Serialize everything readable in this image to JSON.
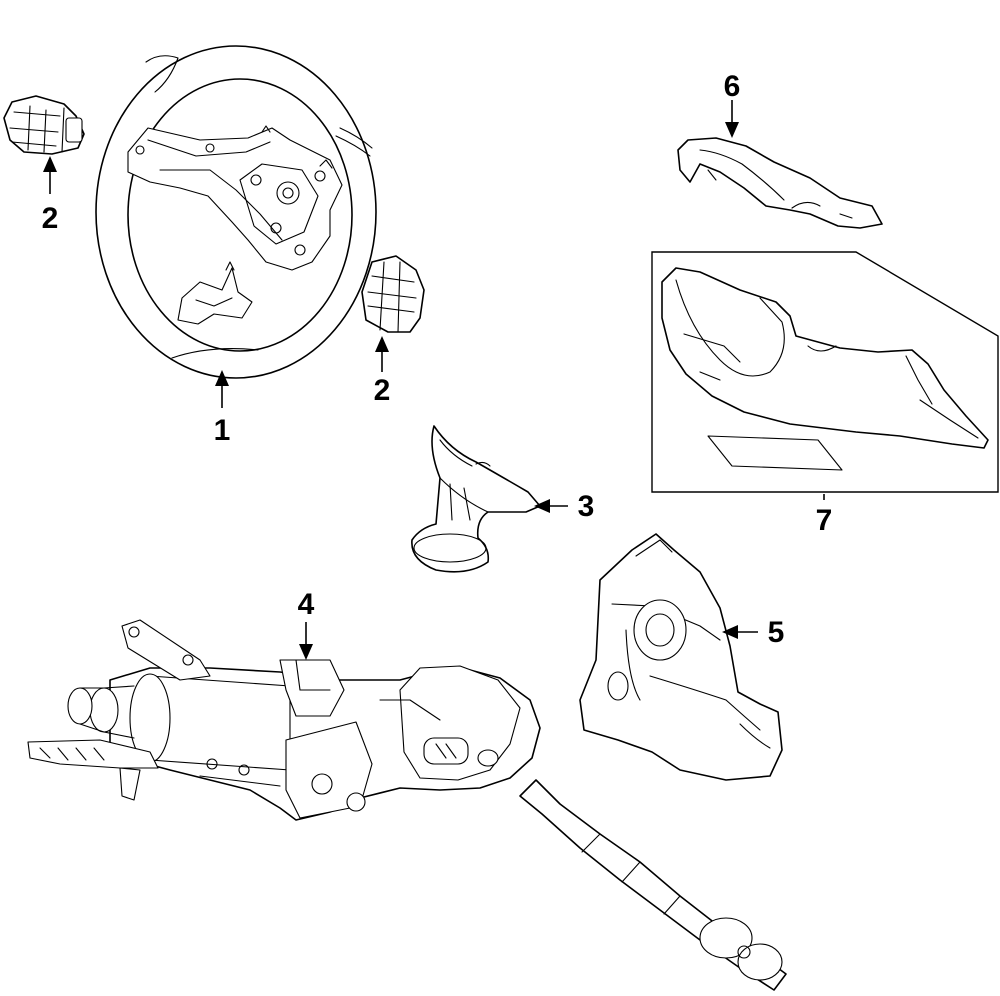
{
  "callouts": [
    {
      "id": "steering-wheel",
      "label": "1"
    },
    {
      "id": "switch-left",
      "label": "2"
    },
    {
      "id": "switch-right",
      "label": "2"
    },
    {
      "id": "boot",
      "label": "3"
    },
    {
      "id": "steering-column",
      "label": "4"
    },
    {
      "id": "column-cover-panel",
      "label": "5"
    },
    {
      "id": "upper-shroud",
      "label": "6"
    },
    {
      "id": "lower-shroud-assembly",
      "label": "7"
    }
  ]
}
